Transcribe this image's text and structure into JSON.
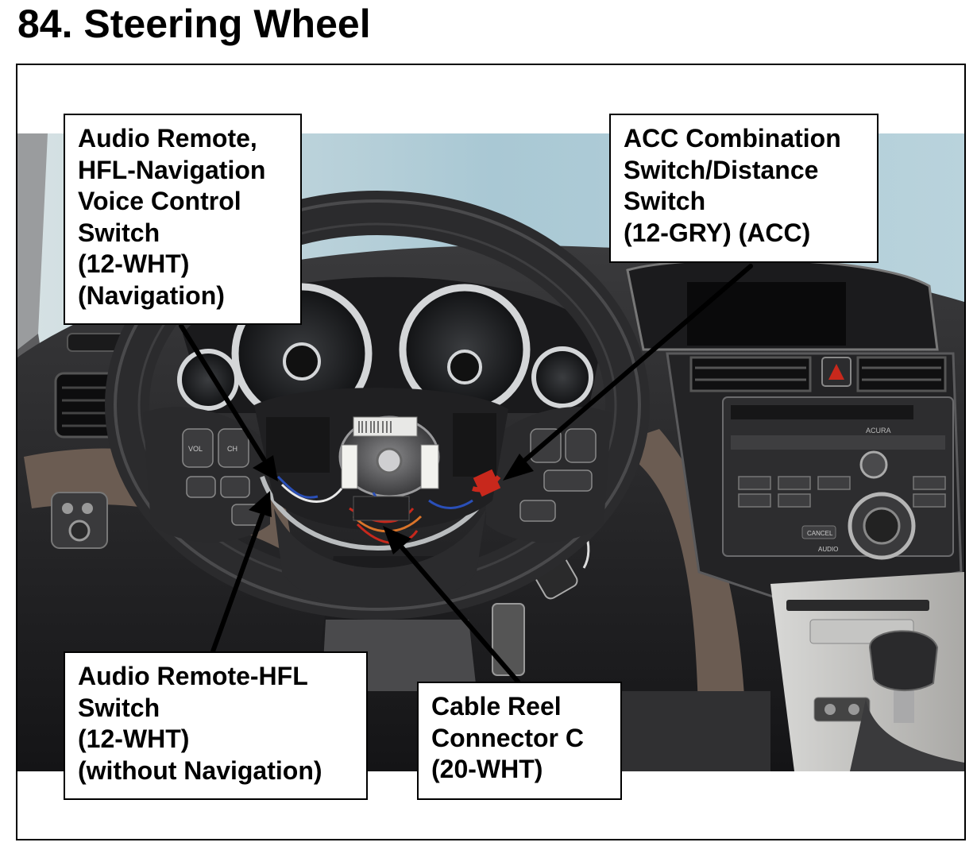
{
  "page": {
    "title": "84.  Steering Wheel"
  },
  "callouts": {
    "audio_nav": {
      "lines": [
        "Audio Remote,",
        "HFL-Navigation",
        "Voice Control",
        "Switch",
        "(12-WHT)",
        "(Navigation)"
      ]
    },
    "acc": {
      "lines": [
        "ACC Combination",
        "Switch/Distance",
        "Switch",
        "(12-GRY) (ACC)"
      ]
    },
    "audio_hfl": {
      "lines": [
        "Audio Remote-HFL",
        "Switch",
        "(12-WHT)",
        "(without Navigation)"
      ]
    },
    "cable_reel": {
      "lines": [
        "Cable Reel",
        "Connector C",
        "(20-WHT)"
      ]
    }
  },
  "photo_labels": {
    "vol": "VOL",
    "ch": "CH",
    "cancel": "CANCEL",
    "audio": "AUDIO",
    "acura": "ACURA"
  },
  "colors": {
    "wall": "#a9c8d4",
    "wheel": "#2b2b2d",
    "dash": "#1e1e20",
    "trim": "#6b5c52",
    "chrome": "#cfd2d4",
    "wire_red": "#c8281c",
    "wire_blue": "#2a4fb8"
  }
}
